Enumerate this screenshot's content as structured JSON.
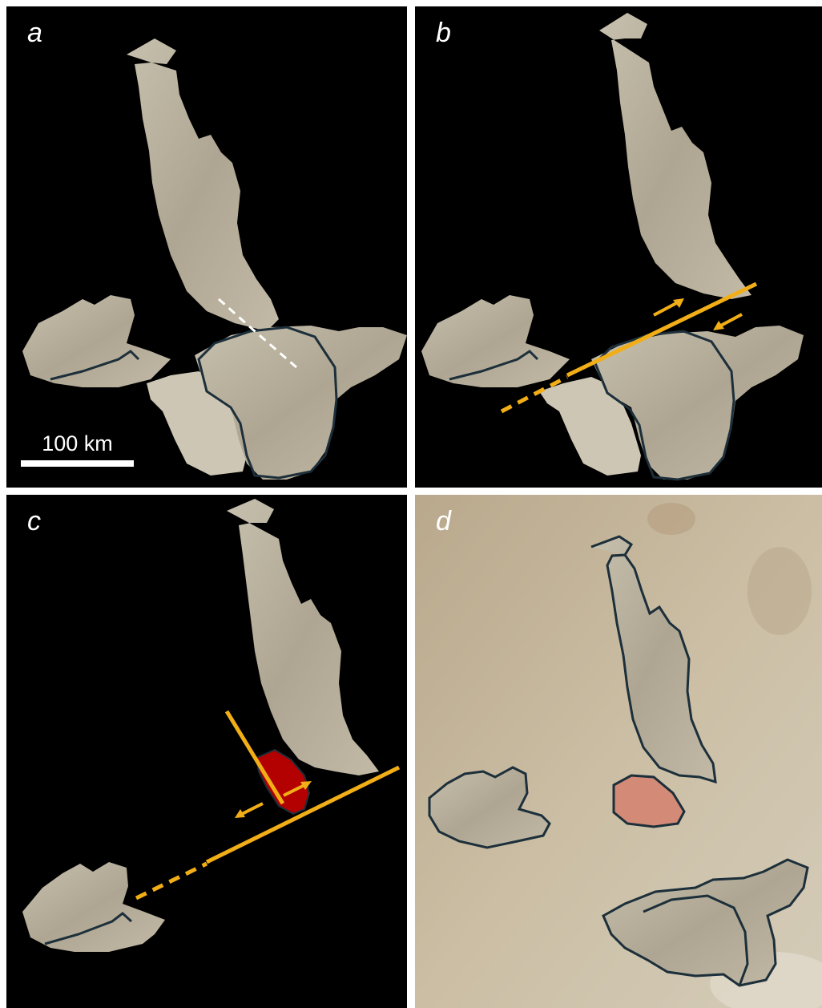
{
  "figure": {
    "panels": [
      {
        "label": "a"
      },
      {
        "label": "b"
      },
      {
        "label": "c"
      },
      {
        "label": "d"
      }
    ],
    "scale_bar": {
      "label": "100 km"
    },
    "colors": {
      "background_dark": "#000000",
      "terrain": "#b2aa98",
      "outline": "#1c2f3a",
      "fault_line": "#f2ae17",
      "red_block": "#b30000",
      "red_patch": "#d38a76",
      "plain": "#c9bca2"
    }
  }
}
